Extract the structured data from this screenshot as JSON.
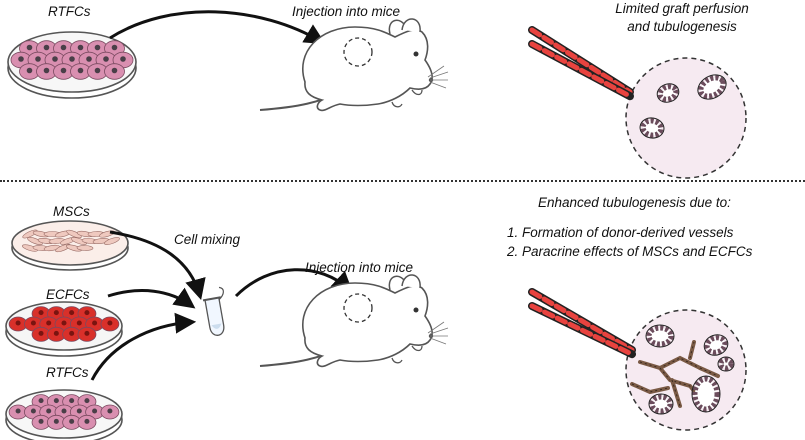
{
  "top_panel": {
    "cells_label": "RTFCs",
    "injection_label": "Injection into mice",
    "outcome_line1": "Limited graft perfusion",
    "outcome_line2": "and tubulogenesis"
  },
  "bottom_panel": {
    "msc_label": "MSCs",
    "ecfc_label": "ECFCs",
    "rtfc_label": "RTFCs",
    "mixing_label": "Cell mixing",
    "injection_label": "Injection into mice",
    "outcome_title": "Enhanced tubulogenesis due to:",
    "outcome_item1": "1. Formation of donor-derived vessels",
    "outcome_item2": "2. Paracrine effects of MSCs and ECFCs"
  },
  "colors": {
    "rtfc_cell": "#d98fb0",
    "rtfc_nucleus": "#4a3f48",
    "ecfc_cell": "#d9302a",
    "msc_cell": "#efc9bf",
    "vessel": "#e8433f",
    "graft_bg": "#f6eaf1",
    "tubule": "#6b4c5c",
    "donor_vessel": "#7a5a45"
  }
}
